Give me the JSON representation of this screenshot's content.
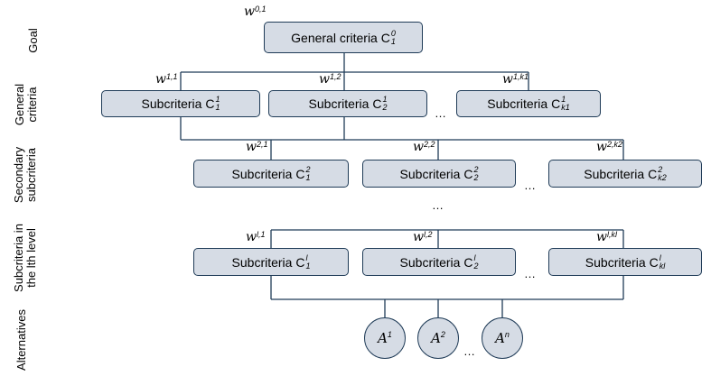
{
  "row_labels": {
    "goal": "Goal",
    "general": [
      "General",
      "criteria"
    ],
    "secondary": [
      "Secondary",
      "subcriteria"
    ],
    "lth": [
      "Subcriteria in",
      "the lth level"
    ],
    "alternatives": "Alternatives"
  },
  "goal_box": {
    "text": "General criteria C",
    "sub": "1",
    "sup": "0",
    "weight": "w",
    "weight_sup": "0,1"
  },
  "level1": {
    "boxes": [
      {
        "text": "Subcriteria C",
        "sub": "1",
        "sup": "1"
      },
      {
        "text": "Subcriteria C",
        "sub": "2",
        "sup": "1"
      },
      {
        "text": "Subcriteria C",
        "sub": "k1",
        "sup": "1"
      }
    ],
    "weights": [
      "1,1",
      "1,2",
      "1,k1"
    ],
    "ellipsis": "…"
  },
  "level2": {
    "boxes": [
      {
        "text": "Subcriteria C",
        "sub": "1",
        "sup": "2"
      },
      {
        "text": "Subcriteria C",
        "sub": "2",
        "sup": "2"
      },
      {
        "text": "Subcriteria C",
        "sub": "k2",
        "sup": "2"
      }
    ],
    "weights": [
      "2,1",
      "2,2",
      "2,k2"
    ],
    "ellipsis": "…"
  },
  "between_ellipsis": "…",
  "levell": {
    "boxes": [
      {
        "text": "Subcriteria C",
        "sub": "1",
        "sup": "l"
      },
      {
        "text": "Subcriteria C",
        "sub": "2",
        "sup": "l"
      },
      {
        "text": "Subcriteria C",
        "sub": "kl",
        "sup": "l"
      }
    ],
    "weights": [
      "l,1",
      "l,2",
      "l,kl"
    ],
    "ellipsis": "…"
  },
  "alternatives": {
    "items": [
      {
        "base": "A",
        "sup": "1"
      },
      {
        "base": "A",
        "sup": "2"
      },
      {
        "base": "A",
        "sup": "n"
      }
    ],
    "ellipsis": "…"
  },
  "colors": {
    "box_fill": "#d6dce5",
    "box_border": "#1f3b57",
    "line": "#1f3b57"
  }
}
